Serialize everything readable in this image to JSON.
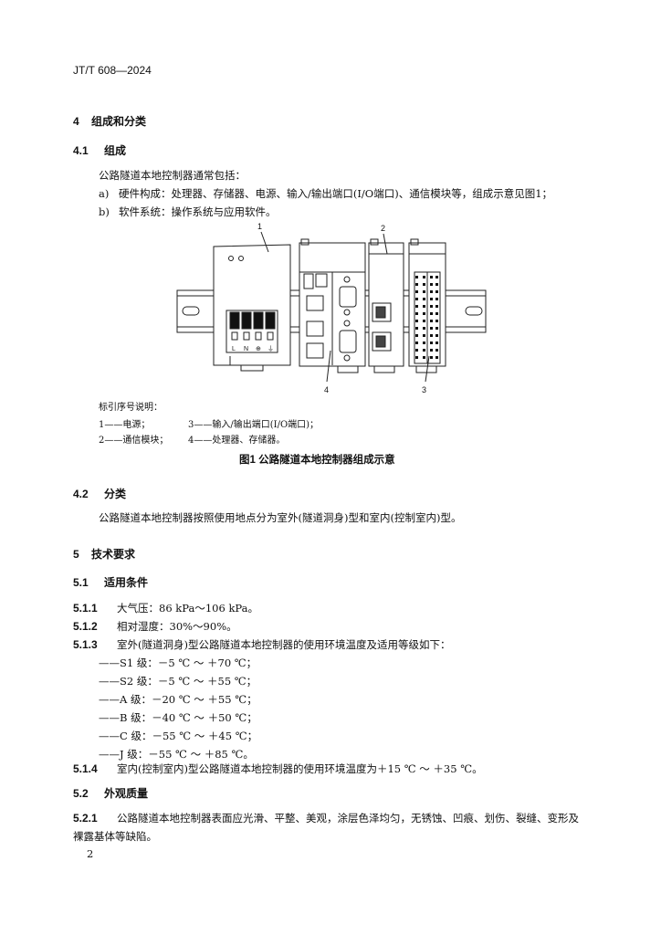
{
  "header": {
    "std_code": "JT/T 608—2024"
  },
  "sec4": {
    "num": "4",
    "title": "组成和分类"
  },
  "sec4_1": {
    "num": "4.1",
    "title": "组成"
  },
  "intro": "公路隧道本地控制器通常包括：",
  "list": [
    {
      "marker": "a)",
      "text": "硬件构成：处理器、存储器、电源、输入/输出端口(I/O端口)、通信模块等，组成示意见图1；"
    },
    {
      "marker": "b)",
      "text": "软件系统：操作系统与应用软件。"
    }
  ],
  "figure": {
    "callouts": [
      "1",
      "2",
      "4",
      "3"
    ],
    "terminal_labels": [
      "L",
      "N",
      "⊕",
      "⏚"
    ],
    "legend_title": "标引序号说明：",
    "legend": [
      [
        "1——电源；",
        "3——输入/输出端口(I/O端口)；"
      ],
      [
        "2——通信模块；",
        "4——处理器、存储器。"
      ]
    ],
    "caption": "图1   公路隧道本地控制器组成示意"
  },
  "sec4_2": {
    "num": "4.2",
    "title": "分类",
    "text": "公路隧道本地控制器按照使用地点分为室外(隧道洞身)型和室内(控制室内)型。"
  },
  "sec5": {
    "num": "5",
    "title": "技术要求"
  },
  "sec5_1": {
    "num": "5.1",
    "title": "适用条件"
  },
  "c511": {
    "num": "5.1.1",
    "text": "大气压：86 kPa～106 kPa。"
  },
  "c512": {
    "num": "5.1.2",
    "text": "相对湿度：30%～90%。"
  },
  "c513": {
    "num": "5.1.3",
    "text": "室外(隧道洞身)型公路隧道本地控制器的使用环境温度及适用等级如下："
  },
  "grades": [
    "——S1 级：－5 ℃ ～ ＋70 ℃；",
    "——S2 级：－5 ℃ ～ ＋55 ℃；",
    "——A 级：－20 ℃ ～ ＋55 ℃；",
    "——B 级：－40 ℃ ～ ＋50 ℃；",
    "——C 级：－55 ℃ ～ ＋45 ℃；",
    "——J 级：－55 ℃ ～ ＋85 ℃。"
  ],
  "c514": {
    "num": "5.1.4",
    "text": "室内(控制室内)型公路隧道本地控制器的使用环境温度为＋15 ℃ ～ ＋35 ℃。"
  },
  "sec5_2": {
    "num": "5.2",
    "title": "外观质量"
  },
  "c521": {
    "num": "5.2.1",
    "line1": "公路隧道本地控制器表面应光滑、平整、美观，涂层色泽均匀，无锈蚀、凹痕、划伤、裂缝、变形及",
    "line2": "裸露基体等缺陷。"
  },
  "page_number": "2"
}
